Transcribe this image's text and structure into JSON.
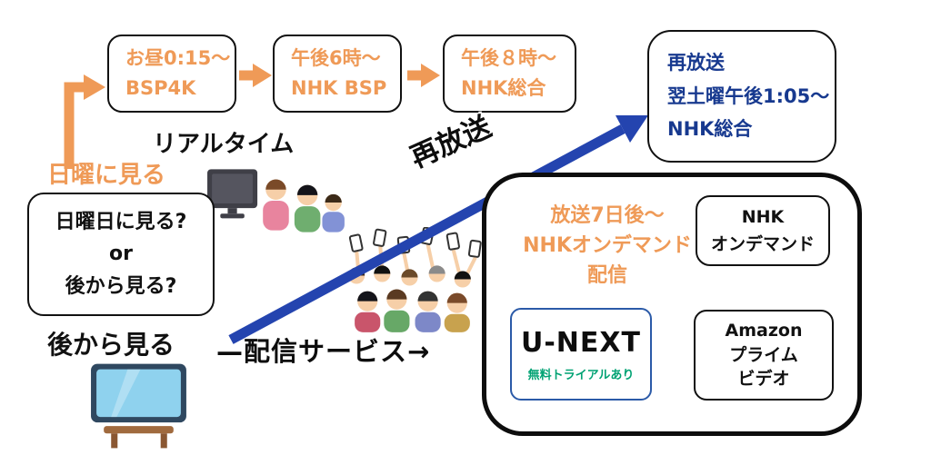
{
  "palette": {
    "orange": "#EF9A57",
    "blue_arrow": "#2444AF",
    "blue_text": "#17398F",
    "green": "#00A273",
    "black": "#111111"
  },
  "flow": {
    "realtime_label": "リアルタイム",
    "sunday_label": "日曜に見る",
    "later_label": "後から見る",
    "question": {
      "line1": "日曜日に見る?",
      "line2": "or",
      "line3": "後から見る?"
    },
    "timeline": [
      {
        "time": "お昼0:15〜",
        "channel": "BSP4K"
      },
      {
        "time": "午後6時〜",
        "channel": "NHK BSP"
      },
      {
        "time": "午後８時〜",
        "channel": "NHK総合"
      }
    ],
    "rebroadcast": {
      "arrow_label": "再放送",
      "box": {
        "line1": "再放送",
        "line2": "翌土曜午後1:05〜",
        "line3": "NHK総合"
      }
    },
    "streaming": {
      "arrow_label": "—配信サービス→",
      "heading": {
        "line1": "放送7日後〜",
        "line2": "NHKオンデマンド",
        "line3": "配信"
      },
      "services": {
        "nhk_ondemand": {
          "line1": "NHK",
          "line2": "オンデマンド"
        },
        "unext": {
          "name": "U-NEXT",
          "note": "無料トライアルあり"
        },
        "amazon": {
          "line1": "Amazon",
          "line2": "プライム",
          "line3": "ビデオ"
        }
      }
    }
  },
  "illustrations": {
    "family_tv": "family-watching-tv",
    "crowd_phones": "crowd-with-smartphones",
    "tv": "television-on-stand"
  }
}
